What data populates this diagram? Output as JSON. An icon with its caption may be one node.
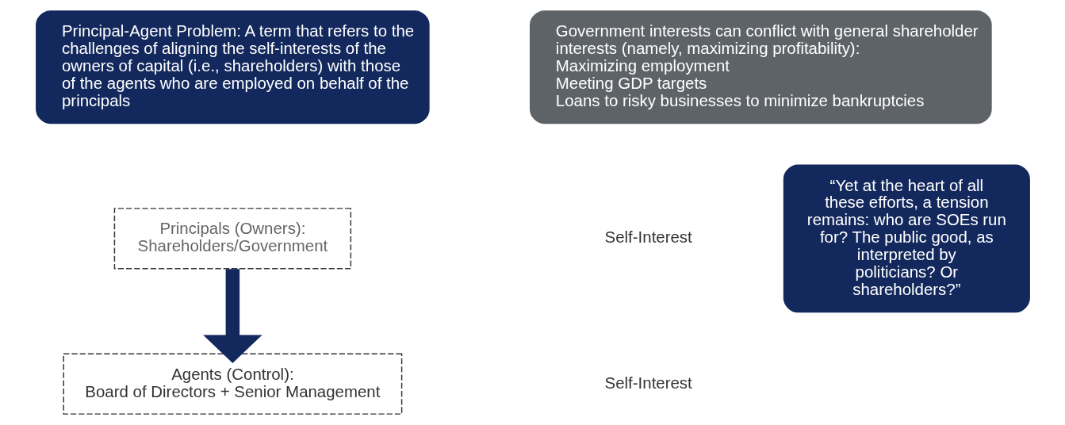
{
  "diagram": {
    "nodes": [
      {
        "text": [
          "Principal-Agent Problem: A term that refers to the challenges of aligning the self-interests of the owners of capital (i.e., shareholders) with those of the agents who are employed on behalf of the principals"
        ]
      },
      {
        "text": [
          "Government interests can conflict with general shareholder interests (namely, maximizing profitability):",
          "Maximizing employment",
          "Meeting GDP targets",
          "Loans to risky businesses to minimize bankruptcies"
        ]
      },
      {
        "text": [
          "Principals (Owners): Shareholders/Government"
        ]
      },
      {
        "text": [
          "Agents (Control):",
          "Board of Directors + Senior Management"
        ]
      },
      {
        "text": [
          "“Yet at the heart of all these efforts, a tension remains: who are SOEs run for? The public good, as interpreted by politicians? Or shareholders?”"
        ]
      }
    ],
    "edges": [
      {
        "from": 2,
        "to": 3,
        "arrow": "to"
      }
    ],
    "labels": [
      "Self-Interest",
      "Self-Interest"
    ]
  }
}
